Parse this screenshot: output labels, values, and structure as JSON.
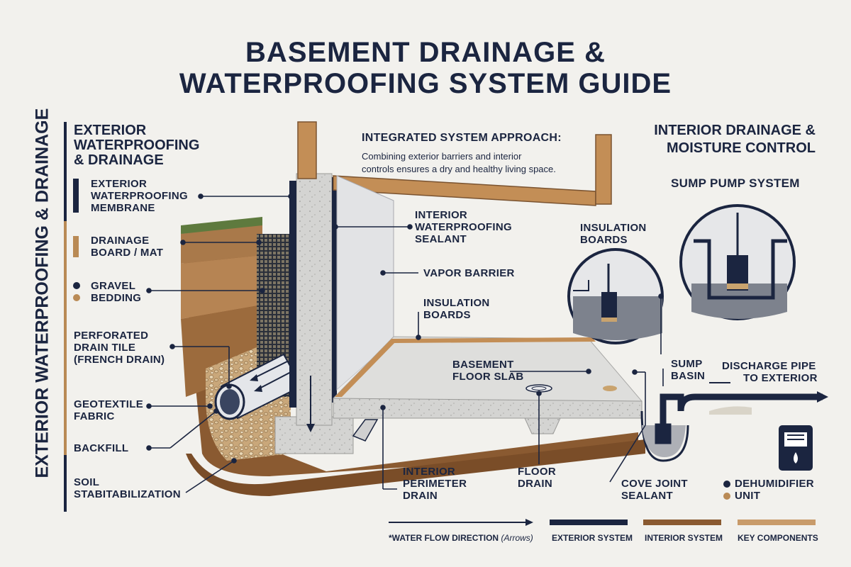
{
  "title": {
    "line1": "BASEMENT DRAINAGE &",
    "line2": "WATERPROOFING SYSTEM GUIDE"
  },
  "vertical_label": "EXTERIOR WATERPROOFING & DRAINAGE",
  "exterior": {
    "heading_line1": "EXTERIOR",
    "heading_line2": "WATERPROOFING",
    "heading_line3": "& DRAINAGE",
    "membrane": [
      "EXTERIOR",
      "WATERPROOFING",
      "MEMBRANE"
    ],
    "drainage_board": [
      "DRAINAGE",
      "BOARD / MAT"
    ],
    "gravel": [
      "GRAVEL",
      "BEDDING"
    ],
    "drain_tile": [
      "PERFORATED",
      "DRAIN TILE",
      "(FRENCH DRAIN)"
    ],
    "geotextile": [
      "GEOTEXTILE",
      "FABRIC"
    ],
    "backfill": "BACKFILL",
    "soil": [
      "SOIL",
      "STABITABILIZATION"
    ]
  },
  "integrated": {
    "heading": "INTEGRATED SYSTEM APPROACH:",
    "text_line1": "Combining exterior barriers and interior",
    "text_line2": "controls ensures a dry and healthy living space."
  },
  "interior": {
    "heading_line1": "INTERIOR DRAINAGE &",
    "heading_line2": "MOISTURE CONTROL",
    "sump_system": "SUMP PUMP SYSTEM",
    "sealant": [
      "INTERIOR",
      "WATERPROOFING",
      "SEALANT"
    ],
    "vapor": "VAPOR BARRIER",
    "insulation": [
      "INSULATION",
      "BOARDS"
    ],
    "insulation_zoom": [
      "INSULATION",
      "BOARDS"
    ],
    "floor_slab": [
      "BASEMENT",
      "FLOOR SLAB"
    ],
    "perimeter_drain": [
      "INTERIOR",
      "PERIMETER",
      "DRAIN"
    ],
    "floor_drain": [
      "FLOOR",
      "DRAIN"
    ],
    "cove_joint": [
      "COVE JOINT",
      "SEALANT"
    ],
    "sump_basin": [
      "SUMP",
      "BASIN"
    ],
    "discharge": [
      "DISCHARGE PIPE",
      "TO EXTERIOR"
    ],
    "dehumidifier": [
      "DEHUMIDIFIER",
      "UNIT"
    ]
  },
  "legend": {
    "water_flow": "*WATER FLOW DIRECTION",
    "water_flow_note": "(Arrows)",
    "exterior": "EXTERIOR SYSTEM",
    "interior": "INTERIOR SYSTEM",
    "key": "KEY COMPONENTS"
  },
  "colors": {
    "navy": "#1b2540",
    "brown": "#b98a55",
    "tan": "#c89b6a",
    "soil": "#9a6a3c",
    "concrete": "#d4d4d2",
    "background": "#f2f1ed"
  }
}
